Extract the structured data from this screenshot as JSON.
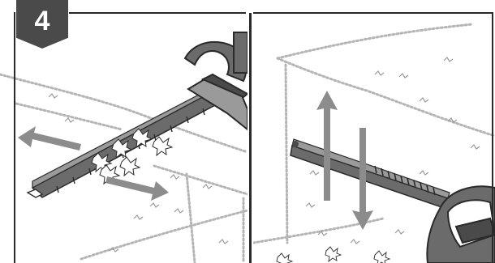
{
  "step": {
    "number": "4"
  },
  "panels": [
    {
      "id": "left",
      "illustration": "hedge-trimmer-horizontal-cut"
    },
    {
      "id": "right",
      "illustration": "hedge-trimmer-vertical-cut"
    }
  ],
  "icons": {
    "arrows_left_panel": [
      "arrow-left-icon",
      "arrow-right-icon"
    ],
    "arrows_right_panel": [
      "arrow-up-icon",
      "arrow-down-icon"
    ]
  },
  "colors": {
    "line": "#2a2a2a",
    "badge": "#4a4a4a",
    "blade": "#6b6b6b",
    "arrow": "#8c8c8c",
    "hedge": "#b5b5b5"
  }
}
